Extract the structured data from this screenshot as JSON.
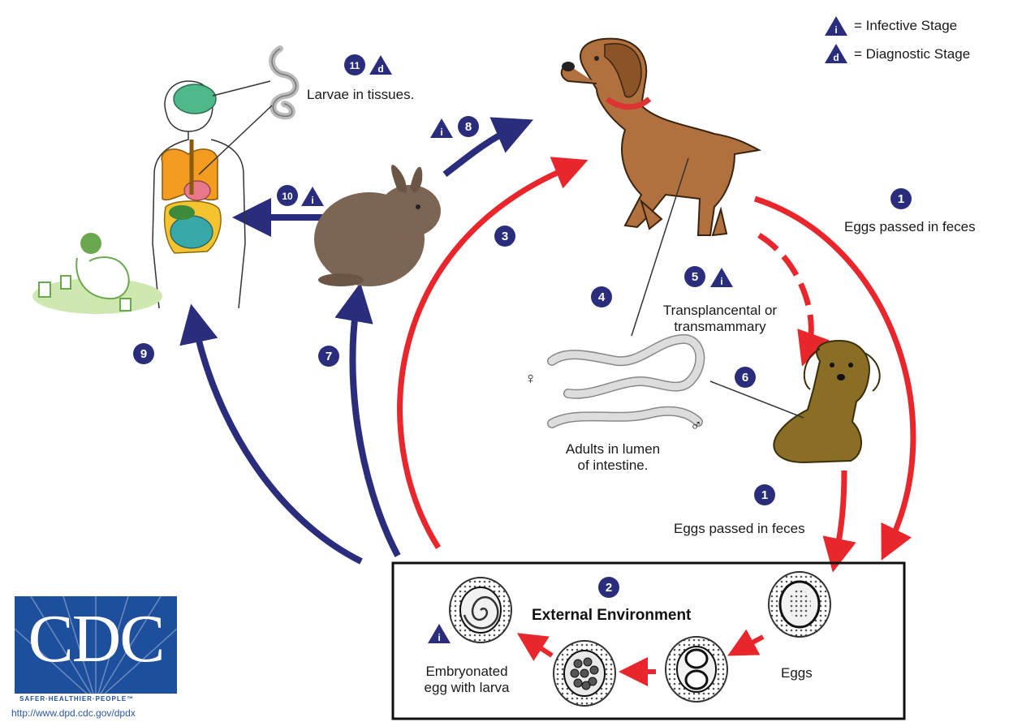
{
  "legend": {
    "infective_symbol": "i",
    "infective_label": "= Infective Stage",
    "diagnostic_symbol": "d",
    "diagnostic_label": "= Diagnostic Stage"
  },
  "steps": {
    "s1": "1",
    "s2": "2",
    "s3": "3",
    "s4": "4",
    "s5": "5",
    "s6": "6",
    "s7": "7",
    "s8": "8",
    "s9": "9",
    "s10": "10",
    "s11": "11"
  },
  "labels": {
    "larvae_tissues": "Larvae in tissues.",
    "eggs_feces_top": "Eggs passed in feces",
    "eggs_feces_bottom": "Eggs passed in feces",
    "transplacental_1": "Transplancental or",
    "transplacental_2": "transmammary",
    "adults_1": "Adults in lumen",
    "adults_2": "of intestine.",
    "female": "♀",
    "male": "♂",
    "external_environment": "External Environment",
    "eggs": "Eggs",
    "embryonated_1": "Embryonated",
    "embryonated_2": "egg with larva"
  },
  "logo": {
    "word": "CDC",
    "tagline": "SAFER·HEALTHIER·PEOPLE™",
    "url": "http://www.dpd.cdc.gov/dpdx"
  },
  "colors": {
    "navy": "#2a2d7c",
    "red": "#e8262c",
    "dog_brown": "#b0713f",
    "puppy_olive": "#8a6e25",
    "rabbit_brown": "#7d6553",
    "cdc_blue": "#1d4f9c"
  }
}
